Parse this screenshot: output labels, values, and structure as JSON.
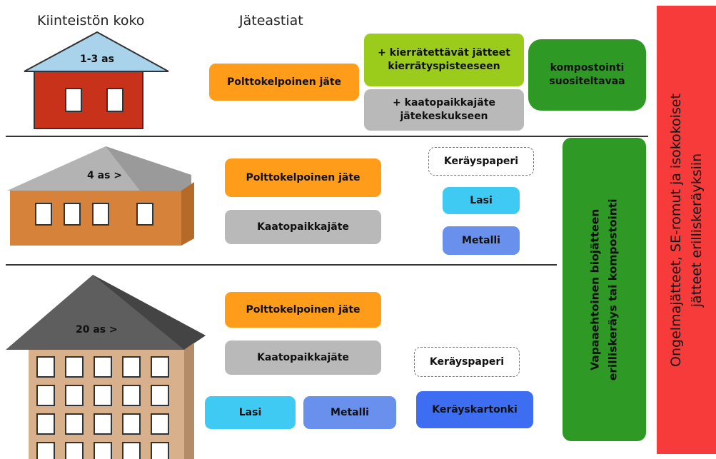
{
  "headers": {
    "property_size": "Kiinteistön koko",
    "waste_bins": "Jäteastiat"
  },
  "row1": {
    "house_label": "1-3 as",
    "burnable": "Polttokelpoinen jäte",
    "recyclables": "+ kierrätettävät jätteet kierrätyspisteeseen",
    "landfill": "+ kaatopaikkajäte jätekeskukseen",
    "compost": "kompostointi suositeltavaa"
  },
  "row2": {
    "house_label": "4 as >",
    "burnable": "Polttokelpoinen jäte",
    "landfill": "Kaatopaikkajäte",
    "paper": "Keräyspaperi",
    "glass": "Lasi",
    "metal": "Metalli"
  },
  "row3": {
    "house_label": "20 as >",
    "burnable": "Polttokelpoinen jäte",
    "landfill": "Kaatopaikkajäte",
    "paper": "Keräyspaperi",
    "glass": "Lasi",
    "metal": "Metalli",
    "cardboard": "Keräyskartonki"
  },
  "biowaste": {
    "line1": "Vapaaehtoinen biojätteen",
    "line2": "erilliskeräys tai kompostointi"
  },
  "hazardous": {
    "line1": "Ongelmajätteet, SE-romut ja isokokoiset",
    "line2": "jätteet erilliskeräyksiin"
  },
  "colors": {
    "burnable": "#ff9c1a",
    "landfill": "#b9b9b9",
    "recyclables": "#9ccc1b",
    "compost": "#2e9a25",
    "glass": "#3fcaf3",
    "metal": "#6a90ee",
    "cardboard": "#3d6df0",
    "hazardous": "#f73b3b",
    "house1_wall": "#c8321a",
    "house1_roof": "#a9d3ea",
    "house2_wall": "#d7823a",
    "house3_wall": "#d9b08c"
  }
}
